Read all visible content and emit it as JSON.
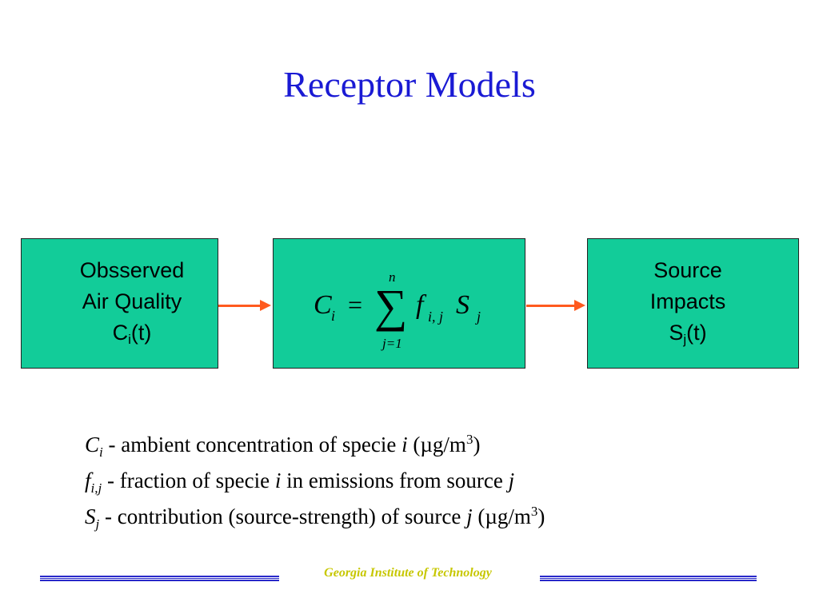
{
  "title": "Receptor Models",
  "boxes": {
    "observed": {
      "line1": "Obsserved",
      "line2": "Air Quality",
      "symbol": "C",
      "symbol_sub": "i",
      "symbol_arg": "(t)"
    },
    "model": {
      "lhs": "C",
      "lhs_sub": "i",
      "equals": "=",
      "sum": "∑",
      "sum_upper": "n",
      "sum_lower": "j=1",
      "f": "f",
      "f_sub": "i, j",
      "s": "S",
      "s_sub": "j"
    },
    "impacts": {
      "line1": "Source",
      "line2": "Impacts",
      "symbol": "S",
      "symbol_sub": "j",
      "symbol_arg": "(t)"
    }
  },
  "legend": [
    {
      "symbol": "C",
      "sub": "i",
      "text": " - ambient concentration of specie ",
      "var": "i",
      "unit_open": " (µg/m",
      "unit_sup": "3",
      "unit_close": ")"
    },
    {
      "symbol": "f",
      "sub": "i,j",
      "text": " - fraction of specie ",
      "var": "i",
      "text2": " in emissions from source ",
      "var2": "j"
    },
    {
      "symbol": "S",
      "sub": "j",
      "text": " - contribution (source-strength) of source ",
      "var": "j",
      "unit_open": " (µg/m",
      "unit_sup": "3",
      "unit_close": ")"
    }
  ],
  "footer": "Georgia Institute of Technology",
  "colors": {
    "title": "#1a1ad4",
    "box_fill": "#12cc99",
    "arrow": "#ff5a1e",
    "footer_text": "#c7c700",
    "footer_lines": "#2929c9"
  }
}
